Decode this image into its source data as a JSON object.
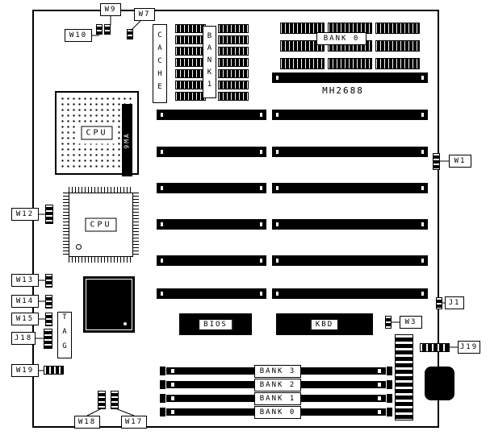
{
  "colors": {
    "ink": "#000000",
    "paper": "#ffffff"
  },
  "board": {
    "part_number": "MH2688"
  },
  "labels": {
    "w1": "W1",
    "w3": "W3",
    "w7": "W7",
    "w9": "W9",
    "w10": "W10",
    "w12": "W12",
    "w13": "W13",
    "w14": "W14",
    "w15": "W15",
    "w17": "W17",
    "w18": "W18",
    "w19": "W19",
    "j1": "J1",
    "j18": "J18",
    "j19": "J19"
  },
  "components": {
    "cache_title": "CACHE",
    "cache_bank": "BANK1",
    "dram_bank_top": "BANK 0",
    "cpu_pga": "CPU",
    "cpu_qfp": "CPU",
    "vreg": "9MA",
    "tag": "TAG",
    "bios": "BIOS",
    "kbd": "KBD",
    "simm_banks": [
      "BANK 3",
      "BANK 2",
      "BANK 1",
      "BANK 0"
    ]
  }
}
